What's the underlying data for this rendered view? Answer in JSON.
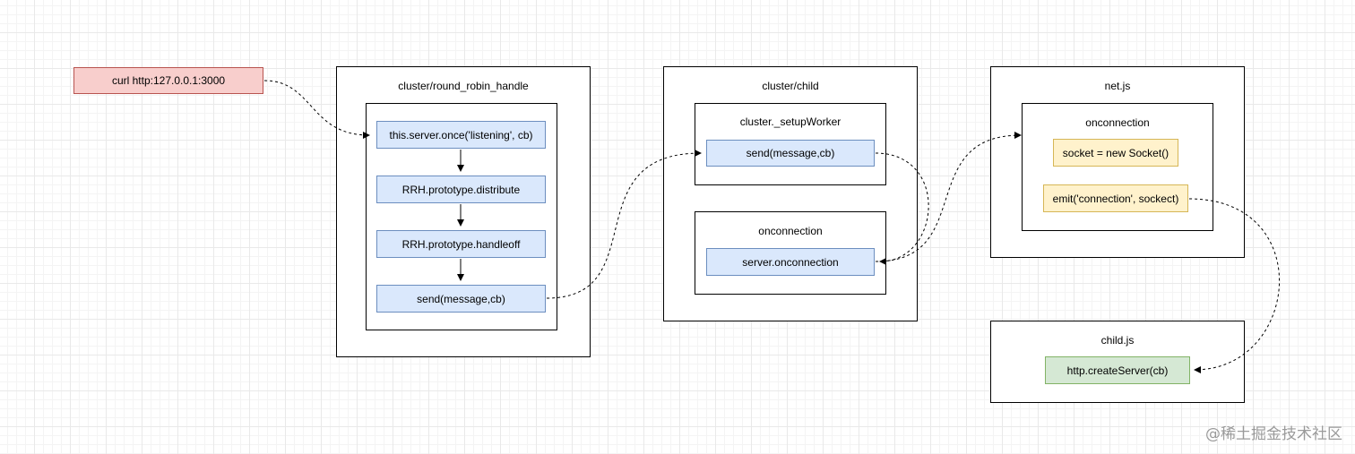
{
  "nodes": {
    "curl": "curl http:127.0.0.1:3000"
  },
  "rrh": {
    "title": "cluster/round_robin_handle",
    "steps": [
      "this.server.once('listening', cb)",
      "RRH.prototype.distribute",
      "RRH.prototype.handleoff",
      "send(message,cb)"
    ]
  },
  "child": {
    "title": "cluster/child",
    "setup_worker": {
      "title": "cluster._setupWorker",
      "item": "send(message,cb)"
    },
    "onconnection": {
      "title": "onconnection",
      "item": "server.onconnection"
    }
  },
  "net": {
    "title": "net.js",
    "onconnection": {
      "title": "onconnection",
      "socket": "socket = new Socket()",
      "emit": "emit('connection', sockect)"
    }
  },
  "childjs": {
    "title": "child.js",
    "item": "http.createServer(cb)"
  },
  "watermark": "@稀土掘金技术社区"
}
